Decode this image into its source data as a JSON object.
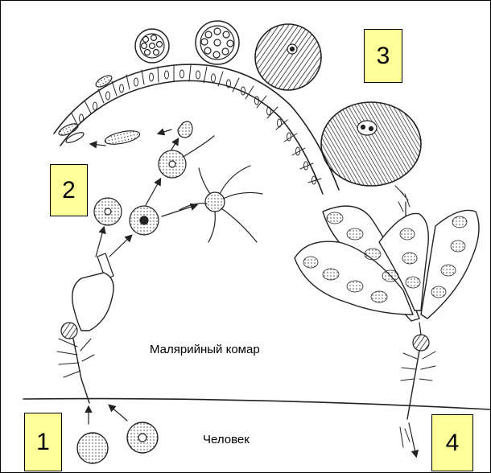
{
  "labels": {
    "mosquito": "Малярийный комар",
    "human": "Человек"
  },
  "badges": [
    "1",
    "2",
    "3",
    "4"
  ],
  "colors": {
    "badge_fill": "#ffff99",
    "ink": "#000000",
    "background": "#ffffff"
  }
}
